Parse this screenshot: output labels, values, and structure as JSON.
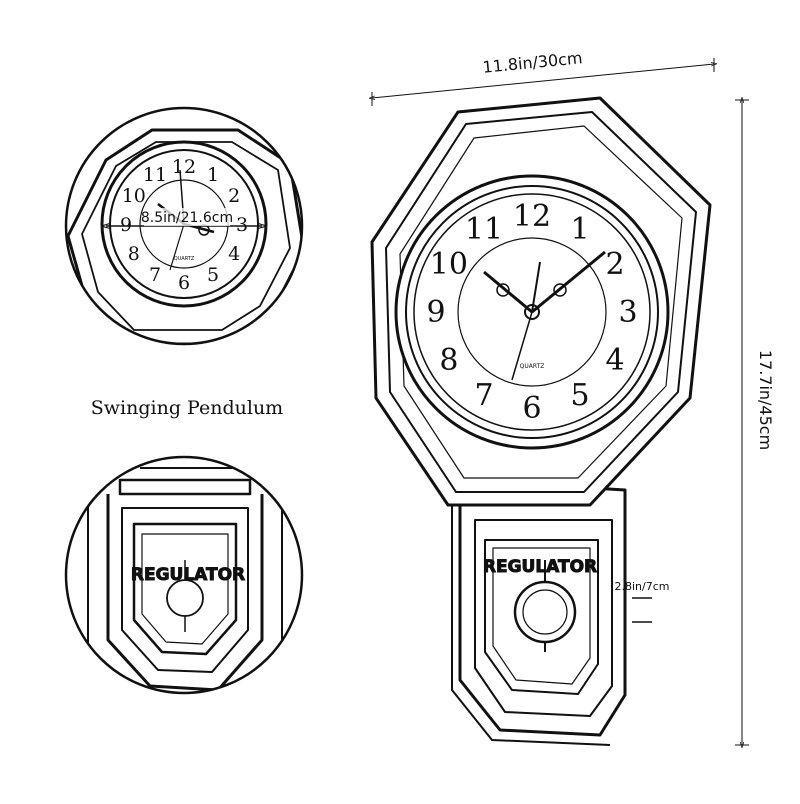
{
  "dimensions": {
    "width": "11.8in/30cm",
    "height": "17.7in/45cm",
    "dial": "8.5in/21.6cm",
    "pendulum_bob": "2.8in/7cm"
  },
  "caption": "Swinging Pendulum",
  "dial_numerals": [
    "12",
    "1",
    "2",
    "3",
    "4",
    "5",
    "6",
    "7",
    "8",
    "9",
    "10",
    "11"
  ],
  "dial_label": "QUARTZ",
  "pendulum_label": "REGULATOR",
  "colors": {
    "line": "#111111",
    "background": "#ffffff"
  }
}
